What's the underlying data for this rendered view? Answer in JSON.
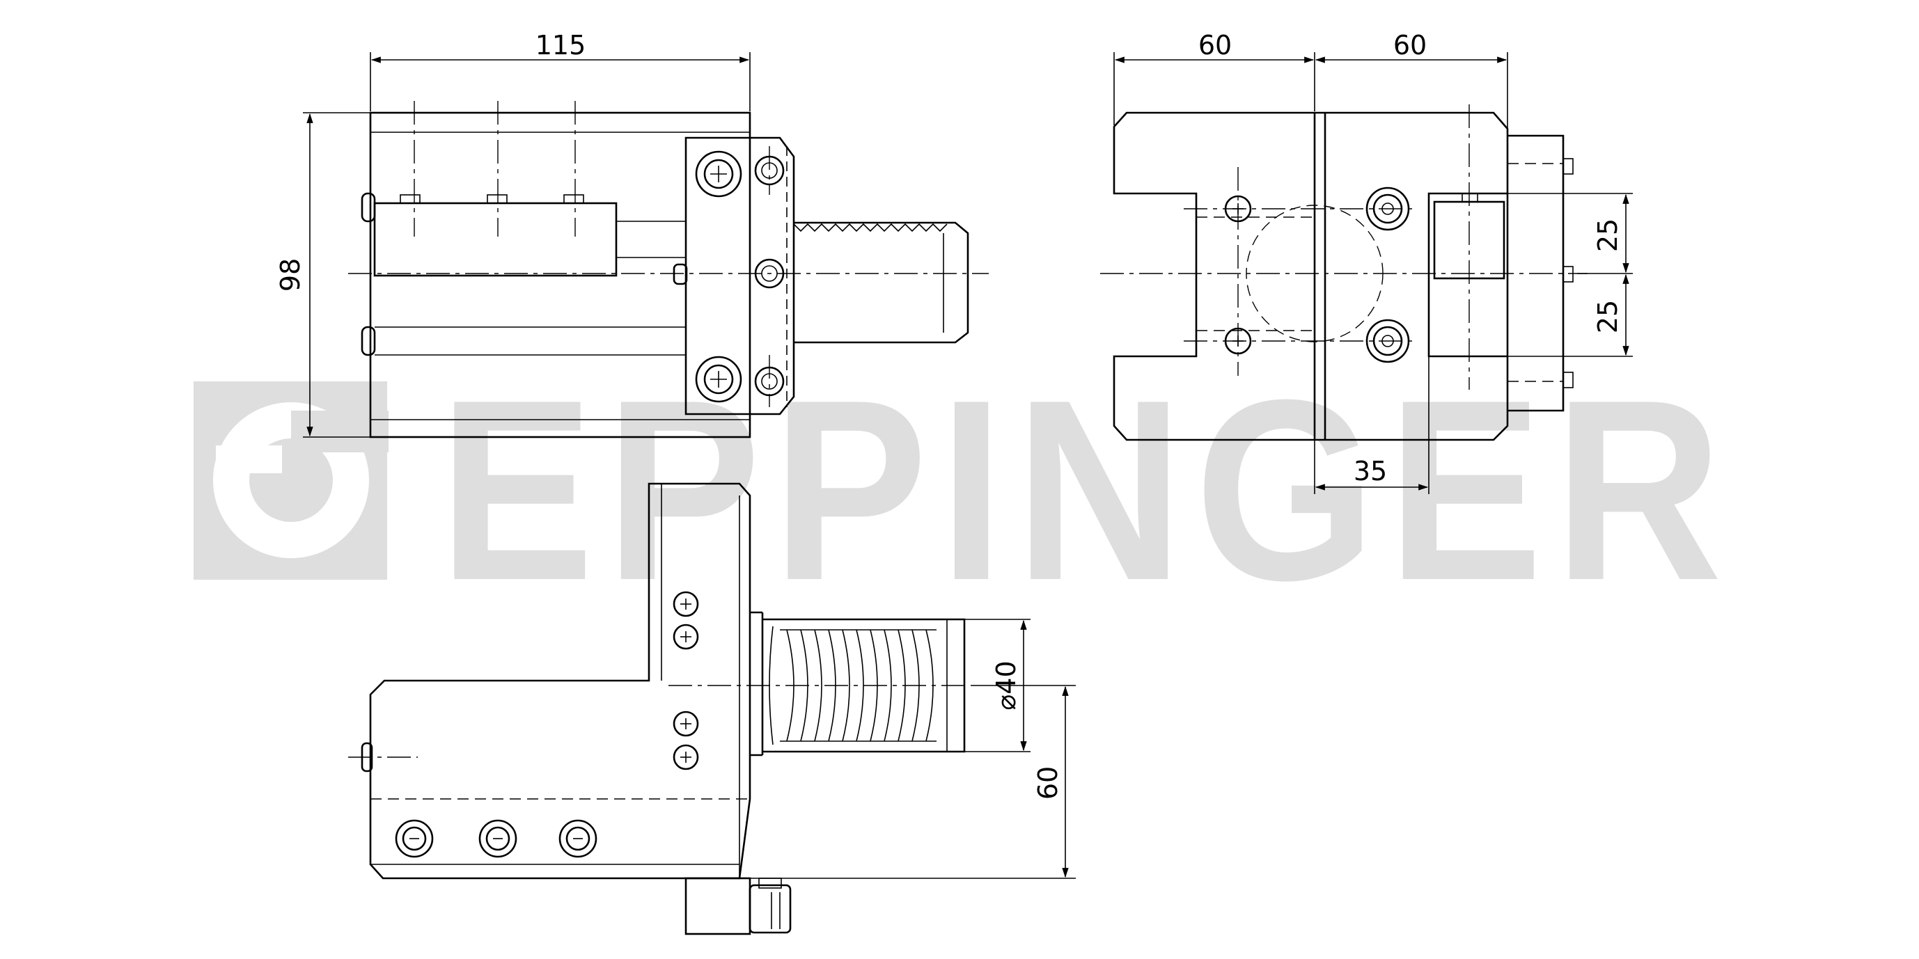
{
  "watermark": {
    "text": "EPPINGER",
    "color": "#dedede"
  },
  "dimensions": {
    "front_width": "115",
    "front_height": "98",
    "side_left_width": "60",
    "side_right_width": "60",
    "side_offset_upper": "25",
    "side_offset_lower": "25",
    "side_bottom": "35",
    "shank_diameter": "⌀40",
    "center_height": "60"
  },
  "colors": {
    "line": "#000000",
    "background": "#ffffff"
  }
}
